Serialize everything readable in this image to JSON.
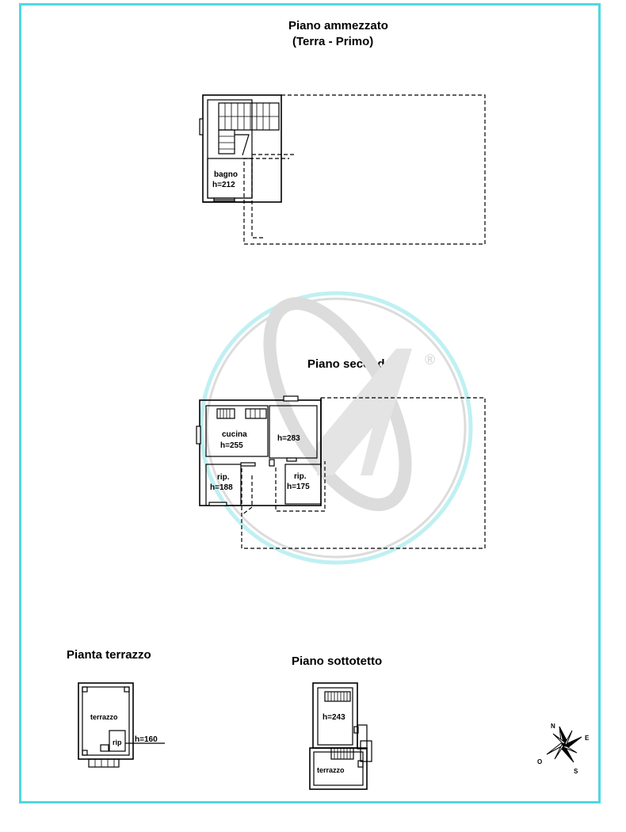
{
  "floors": {
    "mezzanine": {
      "title_line1": "Piano ammezzato",
      "title_line2": "(Terra - Primo)",
      "room_bagno": "bagno",
      "room_bagno_h": "h=212"
    },
    "second": {
      "title": "Piano secondo",
      "room_cucina": "cucina",
      "room_cucina_h": "h=255",
      "room_center_h": "h=283",
      "room_rip_left": "rip.",
      "room_rip_left_h": "h=188",
      "room_rip_right": "rip.",
      "room_rip_right_h": "h=175"
    },
    "terrace": {
      "title": "Pianta terrazzo",
      "room_terrazzo": "terrazzo",
      "room_rip": "rip",
      "room_rip_h": "h=160"
    },
    "attic": {
      "title": "Piano sottotetto",
      "room_main_h": "h=243",
      "room_terrazzo": "terrazzo"
    }
  },
  "watermark": {
    "registered_mark": "®"
  },
  "compass": {
    "north": "N",
    "east": "E",
    "south": "S",
    "west": "O"
  },
  "colors": {
    "frame": "#4fd8e0",
    "lines": "#000000",
    "watermark": "#d9d9d9",
    "watermark_accent": "#bff0f2"
  }
}
